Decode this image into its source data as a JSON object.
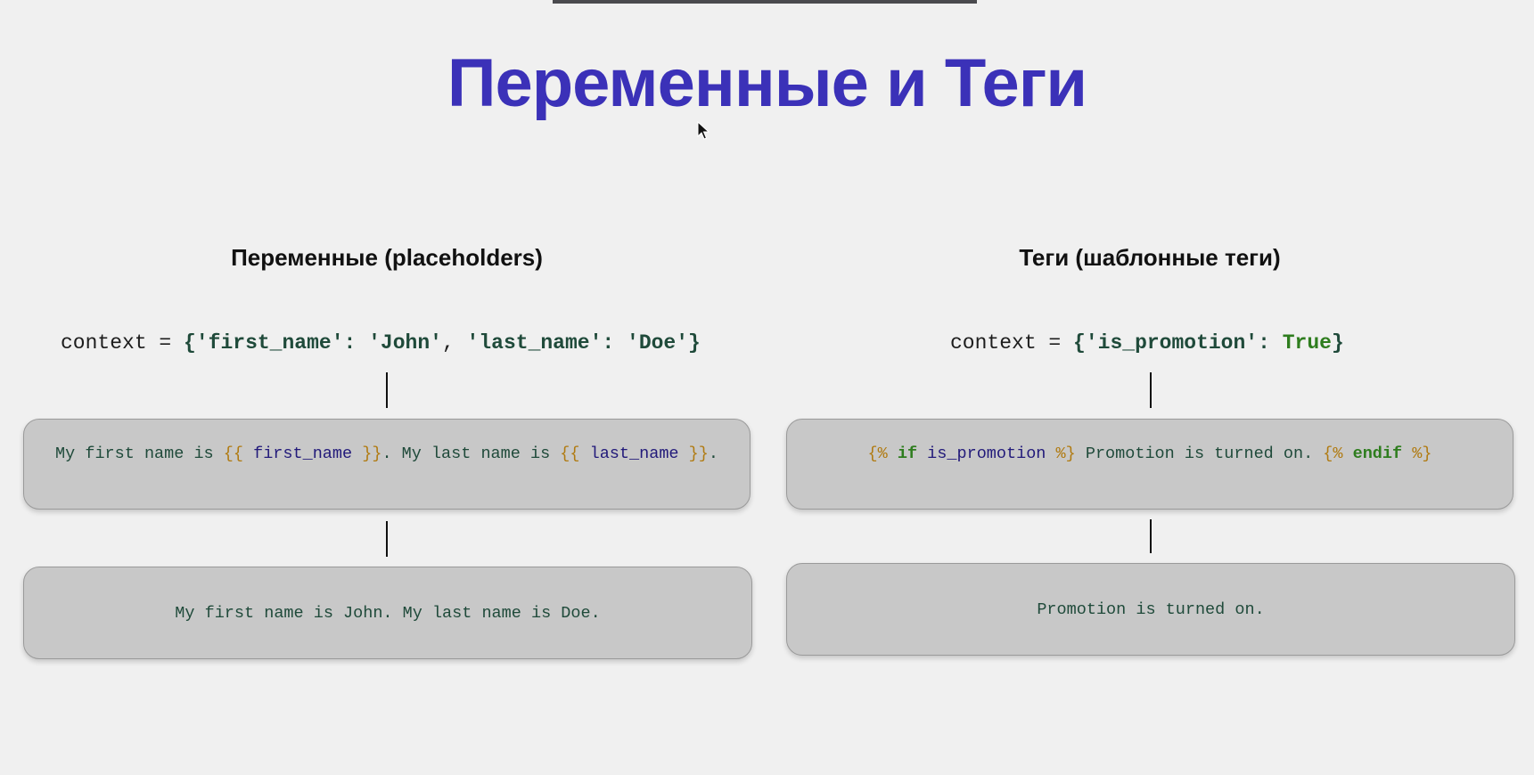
{
  "title": "Переменные и Теги",
  "colors": {
    "title": "#3b31b8",
    "box_bg": "#c8c8c8",
    "delimiter": "#b07a10",
    "variable": "#221a7a",
    "keyword": "#2e7d1e",
    "text": "#1f4a3a"
  },
  "left": {
    "heading": "Переменные (placeholders)",
    "context": {
      "prefix": "context = ",
      "open": "{",
      "q1": "'",
      "key1": "first_name",
      "q2": "'",
      "sep1": ": ",
      "val1": "'John'",
      "comma": ", ",
      "q3": "'",
      "key2": "last_name",
      "q4": "'",
      "sep2": ": ",
      "val2": "'Doe'",
      "close": "}"
    },
    "template": {
      "t1": "My first name is ",
      "d1": "{{",
      "v1": " first_name ",
      "d2": "}}",
      "t2": ". My last name is ",
      "d3": "{{",
      "v2": " last_name ",
      "d4": "}}",
      "t3": "."
    },
    "output": "My first name is John. My last name is Doe."
  },
  "right": {
    "heading": "Теги (шаблонные теги)",
    "context": {
      "prefix": "context = ",
      "open": "{",
      "q1": "'",
      "key": "is_promotion",
      "q2": "'",
      "sep": ": ",
      "val": "True",
      "close": "}"
    },
    "template": {
      "d1": "{%",
      "kw1": " if",
      "v1": " is_promotion ",
      "d2": "%}",
      "t1": " Promotion is turned on. ",
      "d3": "{%",
      "kw2": " endif",
      "sp": " ",
      "d4": "%}"
    },
    "output": "Promotion is turned on."
  }
}
